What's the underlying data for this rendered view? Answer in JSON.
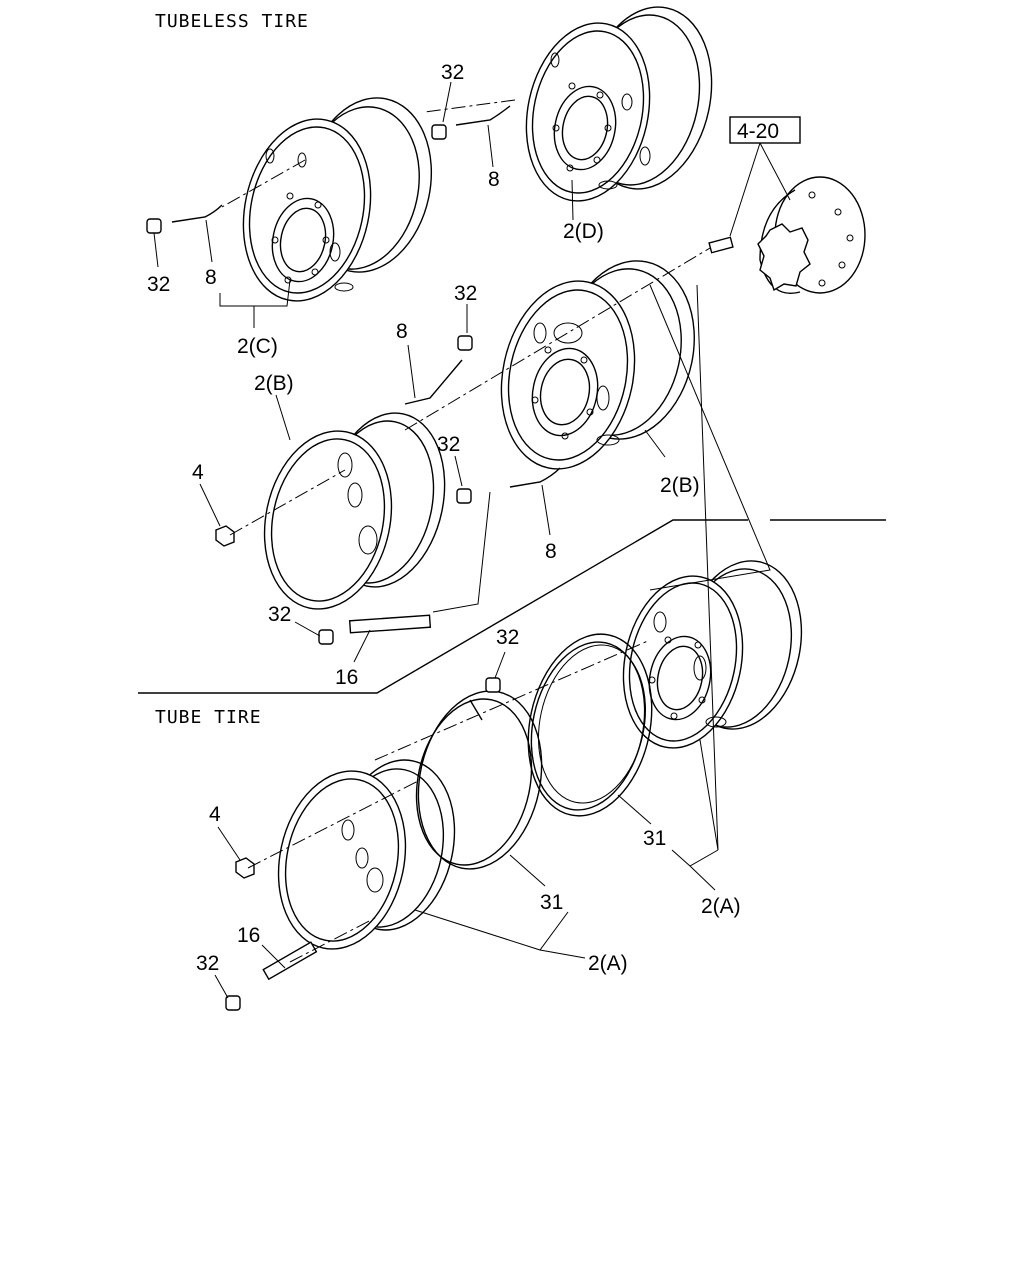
{
  "sections": {
    "tubeless": "TUBELESS TIRE",
    "tube": "TUBE TIRE"
  },
  "callouts": {
    "c32_a": "32",
    "c8_a": "8",
    "c2d": "2(D)",
    "c420": "4-20",
    "c32_b": "32",
    "c8_b": "8",
    "c2c": "2(C)",
    "c8_c": "8",
    "c32_c": "32",
    "c2b_a": "2(B)",
    "c4_a": "4",
    "c32_d": "32",
    "c2b_b": "2(B)",
    "c8_d": "8",
    "c32_e": "32",
    "c16_a": "16",
    "c32_f": "32",
    "c31_a": "31",
    "c2a_a": "2(A)",
    "c4_b": "4",
    "c16_b": "16",
    "c32_g": "32",
    "c31_b": "31",
    "c2a_b": "2(A)"
  }
}
